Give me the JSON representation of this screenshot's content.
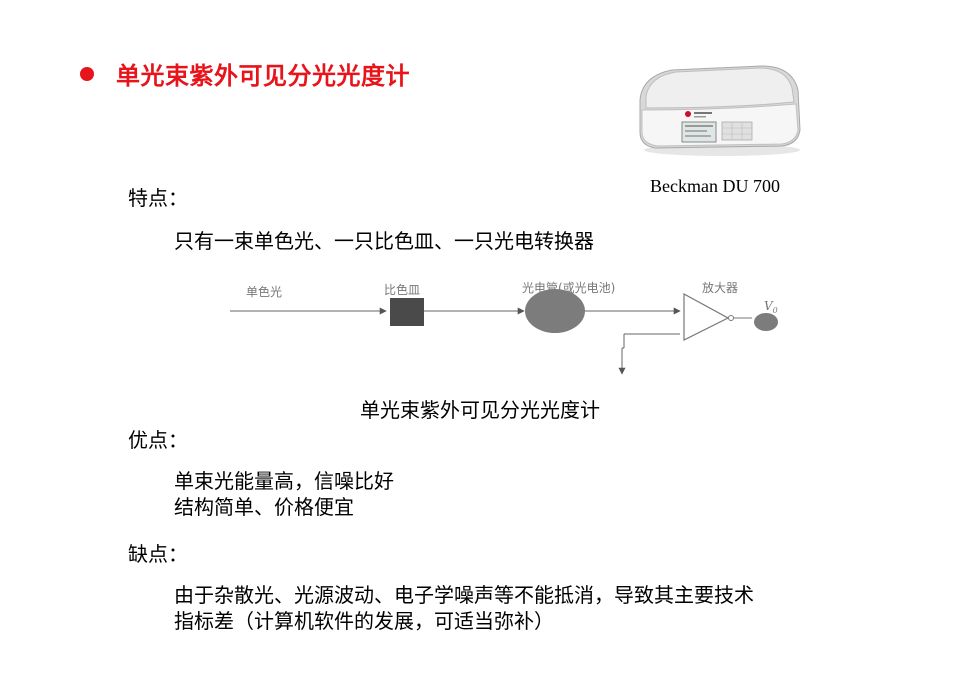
{
  "title": "单光束紫外可见分光光度计",
  "product_caption": "Beckman DU 700",
  "features": {
    "heading": "特点：",
    "items": [
      "只有一束单色光、一只比色皿、一只光电转换器"
    ]
  },
  "diagram": {
    "labels": {
      "mono_light": "单色光",
      "cuvette": "比色皿",
      "detector": "光电管(或光电池)",
      "amplifier": "放大器",
      "output": "V",
      "output_sub": "0"
    },
    "caption": "单光束紫外可见分光光度计"
  },
  "advantages": {
    "heading": "优点：",
    "items": [
      "单束光能量高，信噪比好",
      "结构简单、价格便宜"
    ]
  },
  "disadvantages": {
    "heading": "缺点：",
    "items": [
      "由于杂散光、光源波动、电子学噪声等不能抵消，导致其主要技术",
      "指标差（计算机软件的发展，可适当弥补）"
    ]
  },
  "colors": {
    "title": "#e8141b",
    "text": "#000000",
    "diagram_gray": "#777777"
  }
}
